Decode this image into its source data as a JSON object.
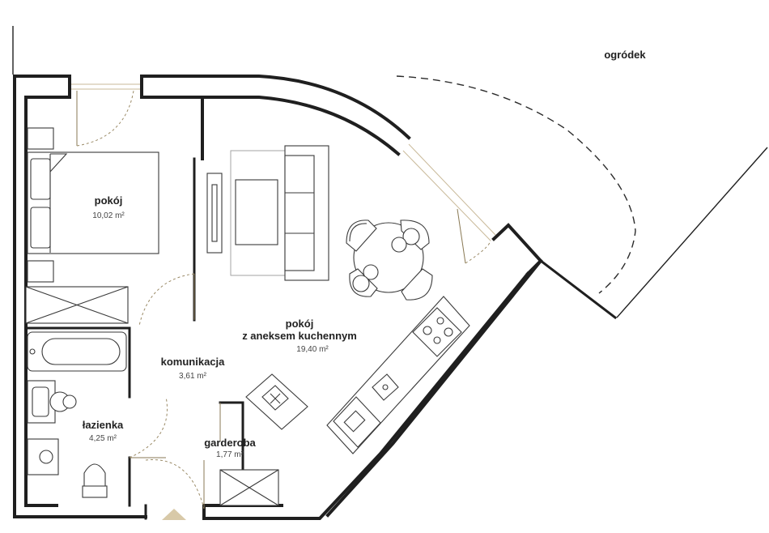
{
  "rooms": {
    "pokoj": {
      "name": "pokój",
      "area": "10,02 m²"
    },
    "salon": {
      "name_line1": "pokój",
      "name_line2": "z aneksem kuchennym",
      "area": "19,40 m²"
    },
    "komunikacja": {
      "name": "komunikacja",
      "area": "3,61 m²"
    },
    "lazienka": {
      "name": "łazienka",
      "area": "4,25 m²"
    },
    "garderoba": {
      "name": "garderoba",
      "area": "1,77 m²"
    }
  },
  "outside": {
    "ogrodek": "ogródek"
  },
  "colors": {
    "walls": "#1f1f1f",
    "entrance_marker": "#d8c9a8",
    "door_leaf": "#8a7a55"
  }
}
